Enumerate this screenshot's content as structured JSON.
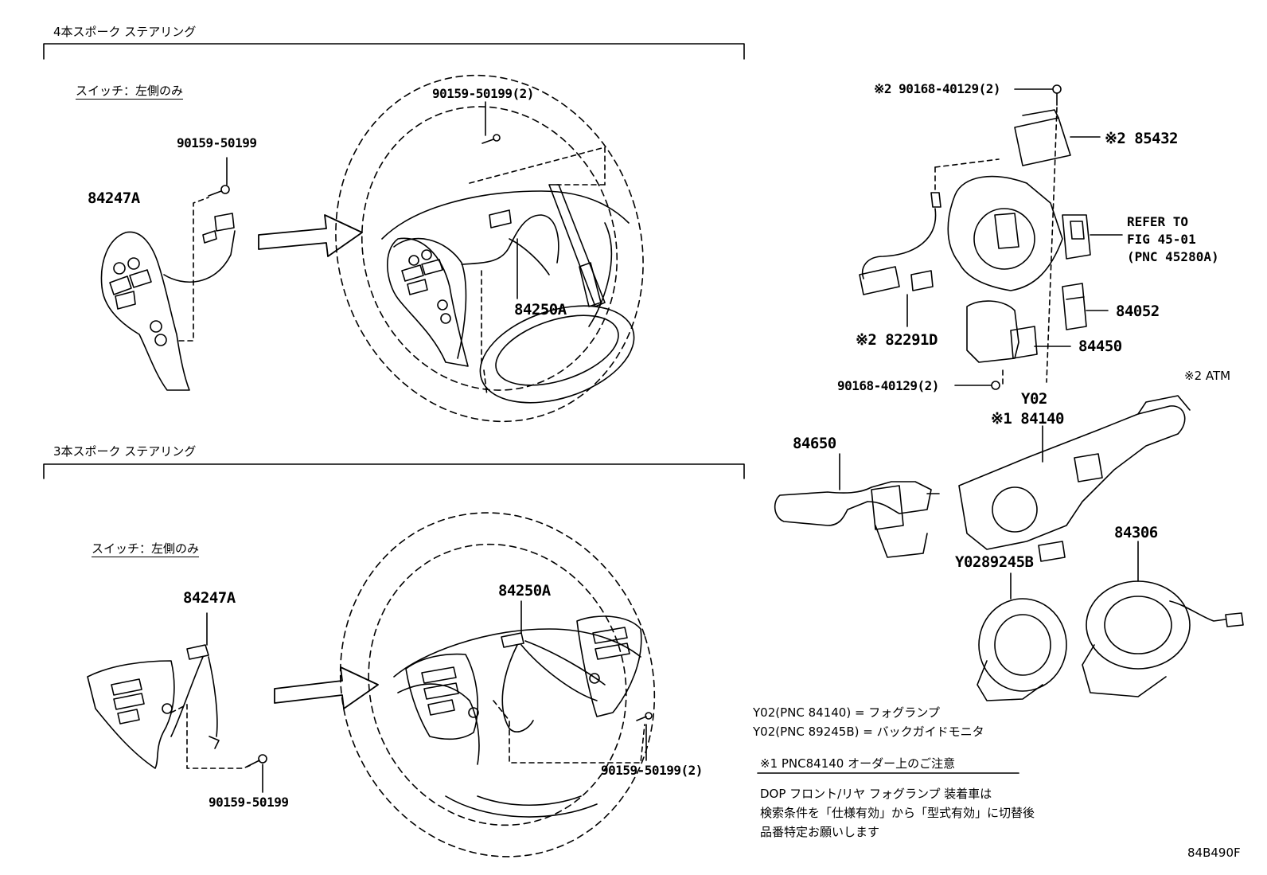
{
  "sections": {
    "four_spoke": "4本スポーク ステアリング",
    "three_spoke": "3本スポーク ステアリング"
  },
  "switch_note_top": "スイッチ：左側のみ",
  "switch_note_bottom": "スイッチ：左側のみ",
  "parts": {
    "p84247A_top": "84247A",
    "p90159_50199_top": "90159-50199",
    "p90159_50199_2_top": "90159-50199(2)",
    "p84250A_top": "84250A",
    "p84247A_bottom": "84247A",
    "p90159_50199_bottom": "90159-50199",
    "p84250A_bottom": "84250A",
    "p90159_50199_2_bottom": "90159-50199(2)",
    "p90168_40129_2_top": "※2 90168-40129(2)",
    "p85432": "※2 85432",
    "refer": "REFER TO\nFIG 45-01\n(PNC 45280A)",
    "p84052": "84052",
    "p82291D": "※2 82291D",
    "p84450": "84450",
    "p90168_40129_2_bottom": "90168-40129(2)",
    "atm": "※2 ATM",
    "y02": "Y02",
    "p84140": "※1 84140",
    "p84650": "84650",
    "p84306": "84306",
    "y02_89245B": "Y0289245B"
  },
  "notes": {
    "y02_84140": "Y02(PNC 84140) = フォグランプ",
    "y02_89245B": "Y02(PNC 89245B) = バックガイドモニタ",
    "caution_title": "※1 PNC84140 オーダー上のご注意",
    "caution_line1": "DOP フロント/リヤ フォグランプ 装着車は",
    "caution_line2": "検索条件を「仕様有効」から「型式有効」に切替後",
    "caution_line3": "品番特定お願いします"
  },
  "figure_id": "84B490F"
}
